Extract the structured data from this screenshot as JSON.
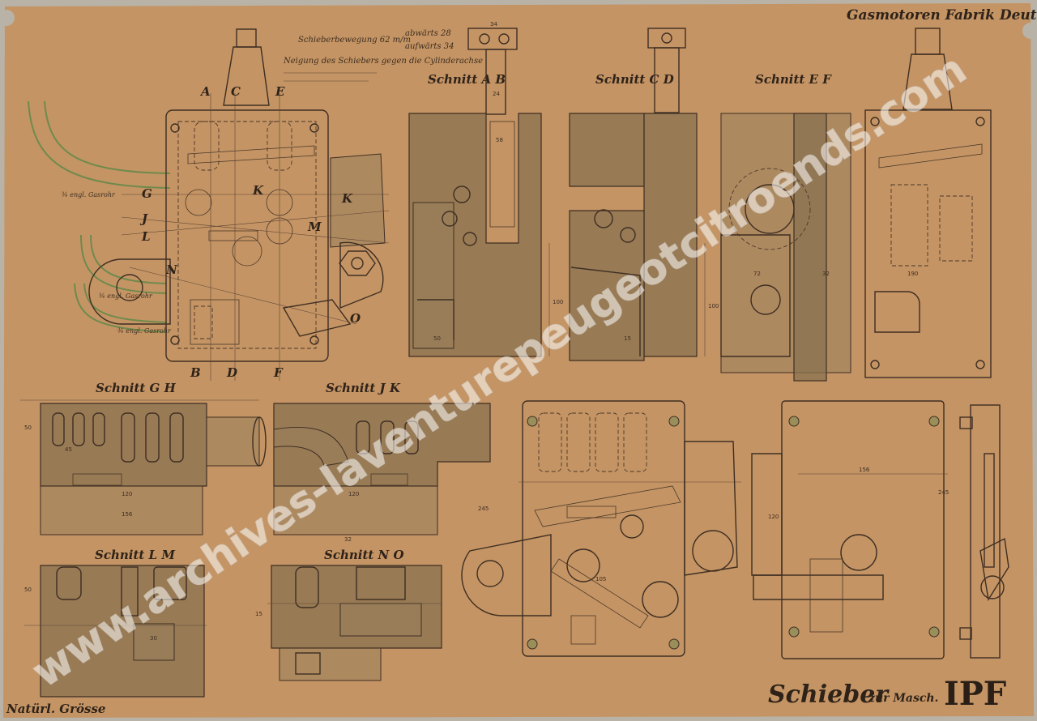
{
  "title_block": {
    "company": "Gasmotoren Fabrik Deut",
    "drawing_name": "Schieber",
    "drawing_sub": "zur Masch.",
    "mark": "IPF",
    "scale": "Natürl. Grösse"
  },
  "notes": {
    "note1": "Schieberbewegung 62 m/m",
    "note2": "abwärts 28",
    "note3": "aufwärts 34",
    "note4": "Neigung des Schiebers gegen die Cylinderachse"
  },
  "sections": {
    "ab": "Schnitt A B",
    "cd": "Schnitt C D",
    "ef": "Schnitt E F",
    "gh": "Schnitt G H",
    "ik": "Schnitt J K",
    "lm": "Schnitt L M",
    "no": "Schnitt N O"
  },
  "letters": {
    "a": "A",
    "c": "C",
    "e": "E",
    "g": "G",
    "i": "J",
    "l": "L",
    "n": "N",
    "k": "K",
    "k2": "K",
    "m": "M",
    "o": "O",
    "b": "B",
    "d": "D",
    "f": "F"
  },
  "pipe_labels": {
    "p1": "¾ engl. Gasrohr",
    "p2": "¾ engl. Gasrohr",
    "p3": "¾ engl. Gasrohr"
  },
  "watermark": "www.archives-laventurepeugeotcitroends.com",
  "dims": {
    "d1": "34",
    "d2": "24",
    "d3": "58",
    "d4": "100",
    "d5": "50",
    "d6": "156",
    "d7": "190",
    "d8": "120",
    "d9": "245",
    "d10": "105",
    "d11": "30",
    "d12": "45",
    "d13": "15",
    "d14": "32",
    "d15": "72"
  }
}
